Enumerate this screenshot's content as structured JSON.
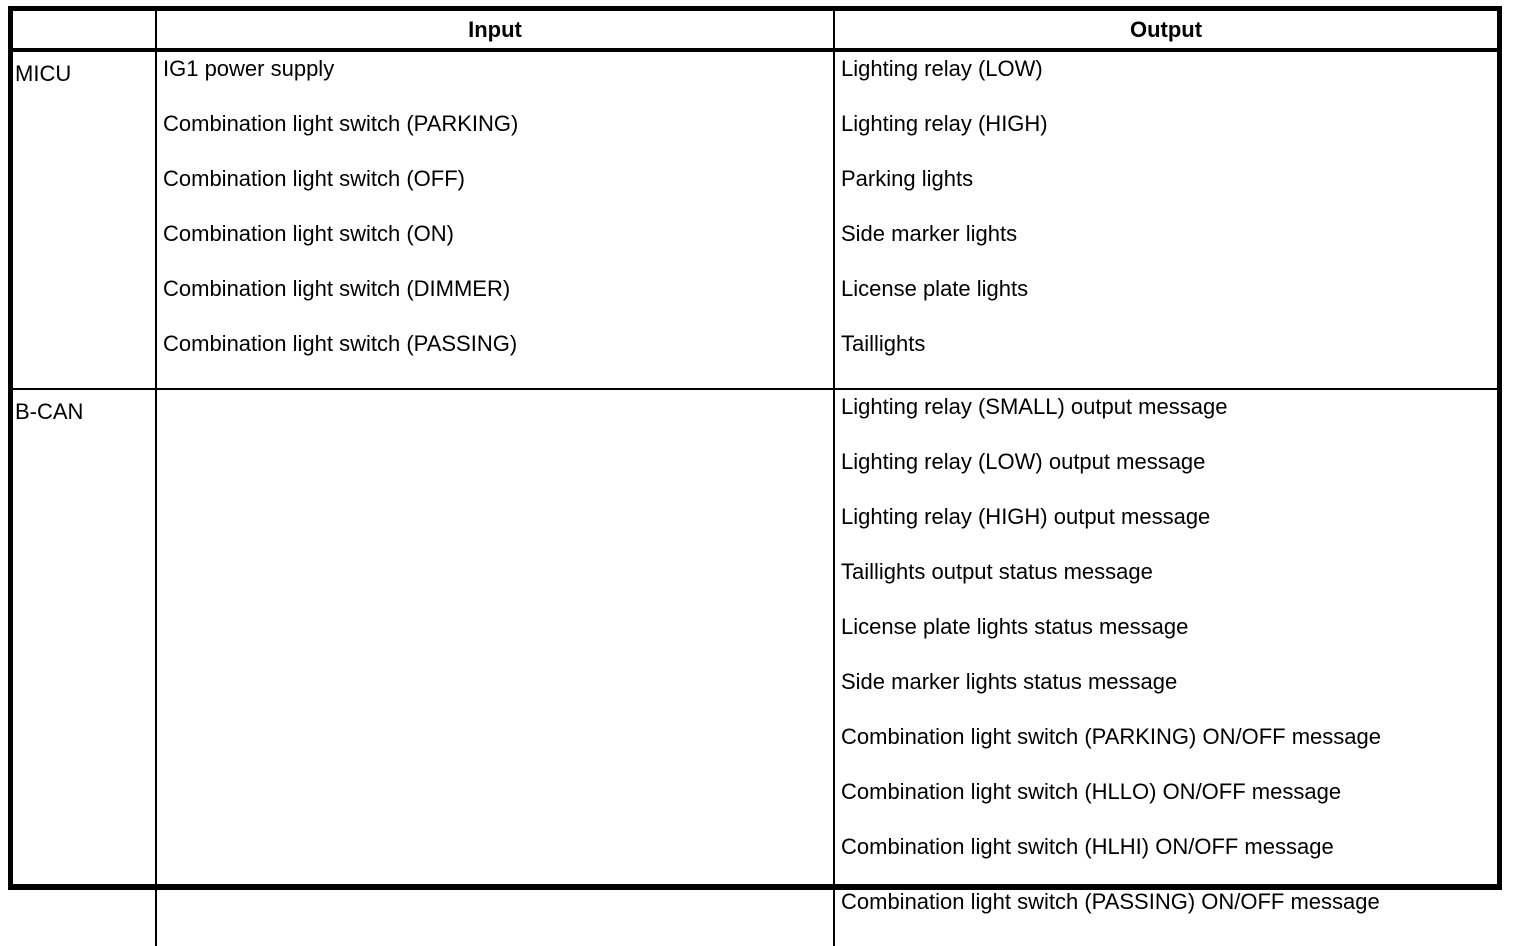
{
  "table": {
    "headers": {
      "group": "",
      "input": "Input",
      "output": "Output"
    },
    "sections": [
      {
        "group_label": "MICU",
        "input_items": [
          "IG1 power supply",
          "Combination light switch (PARKING)",
          "Combination light switch (OFF)",
          "Combination light switch (ON)",
          "Combination light switch (DIMMER)",
          "Combination light switch (PASSING)"
        ],
        "output_items": [
          "Lighting relay (LOW)",
          "Lighting relay (HIGH)",
          "Parking lights",
          "Side marker lights",
          "License plate lights",
          "Taillights"
        ]
      },
      {
        "group_label": "B-CAN",
        "input_items": [],
        "output_items": [
          "Lighting relay (SMALL) output message",
          "Lighting relay (LOW) output message",
          "Lighting relay (HIGH) output message",
          "Taillights output status message",
          "License plate lights status message",
          "Side marker lights status message",
          "Combination light switch (PARKING) ON/OFF message",
          "Combination light switch (HLLO) ON/OFF message",
          "Combination light switch (HLHI) ON/OFF message",
          "Combination light switch (PASSING) ON/OFF message"
        ]
      }
    ]
  },
  "colors": {
    "border": "#000000",
    "text": "#000000",
    "background": "#ffffff"
  }
}
